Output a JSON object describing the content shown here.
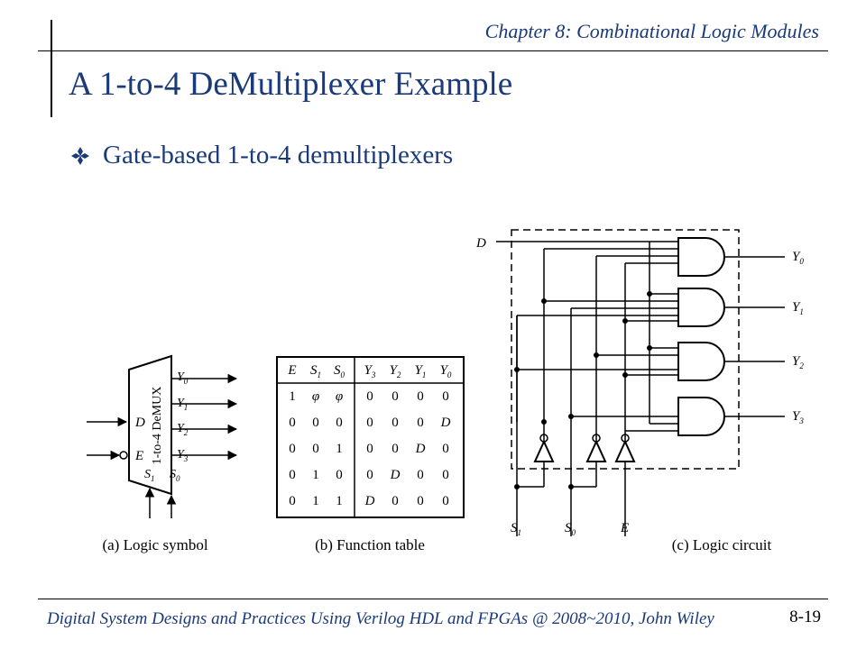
{
  "header": {
    "chapter": "Chapter 8: Combinational Logic Modules",
    "title": "A 1-to-4 DeMultiplexer Example"
  },
  "bullet": {
    "icon": "four-diamond-bullet-icon",
    "text": "Gate-based 1-to-4 demultiplexers"
  },
  "figure": {
    "symbol": {
      "box_label": "1-to-4 DeMUX",
      "inputs": [
        "D",
        "E"
      ],
      "selects": [
        "S1",
        "S0"
      ],
      "outputs": [
        "Y0",
        "Y1",
        "Y2",
        "Y3"
      ],
      "caption": "(a) Logic symbol"
    },
    "table": {
      "headers": [
        "E",
        "S1",
        "S0",
        "Y3",
        "Y2",
        "Y1",
        "Y0"
      ],
      "rows": [
        [
          "1",
          "φ",
          "φ",
          "0",
          "0",
          "0",
          "0"
        ],
        [
          "0",
          "0",
          "0",
          "0",
          "0",
          "0",
          "D"
        ],
        [
          "0",
          "0",
          "1",
          "0",
          "0",
          "D",
          "0"
        ],
        [
          "0",
          "1",
          "0",
          "0",
          "D",
          "0",
          "0"
        ],
        [
          "0",
          "1",
          "1",
          "D",
          "0",
          "0",
          "0"
        ]
      ],
      "caption": "(b) Function table"
    },
    "circuit": {
      "input_d": "D",
      "bottom_inputs": [
        "S1",
        "S0",
        "E"
      ],
      "outputs": [
        "Y0",
        "Y1",
        "Y2",
        "Y3"
      ],
      "caption": "(c) Logic circuit"
    }
  },
  "footer": {
    "text": "Digital System Designs and Practices Using Verilog HDL and FPGAs @ 2008~2010, John Wiley",
    "page": "8-19"
  }
}
